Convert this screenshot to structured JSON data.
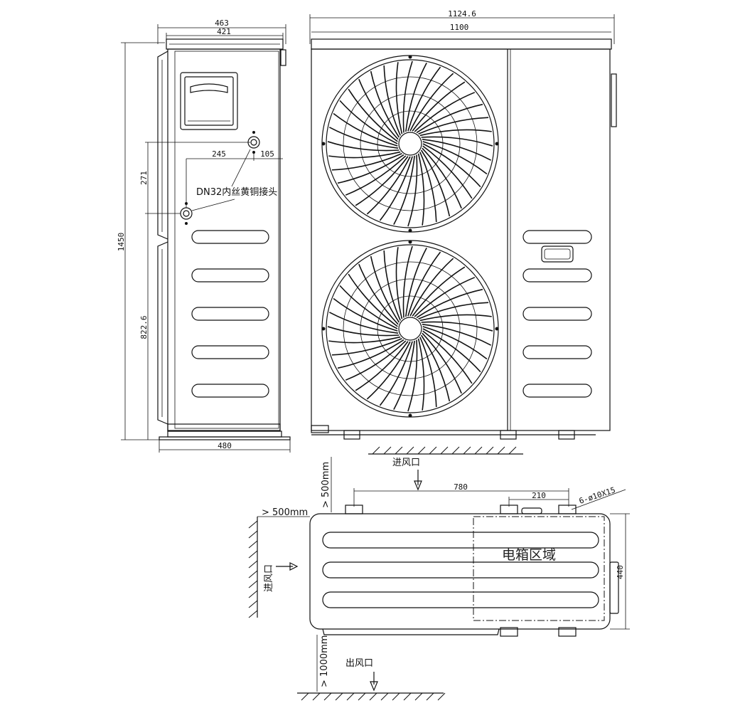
{
  "dimensions": {
    "side_total_width": "463",
    "side_body_width": "421",
    "base_width": "480",
    "height": "1450",
    "front_total_width": "1124.6",
    "front_body_width": "1100",
    "pipe_spacing": "271",
    "lower_height": "822.6",
    "pipe_offset_left": "245",
    "pipe_offset_right": "105",
    "foot_spacing": "780",
    "foot_spacing_small": "210",
    "mount_holes": "6-ø10X15",
    "depth": "440"
  },
  "labels": {
    "connector": "DN32内丝黄铜接头",
    "inlet_top": "进风口",
    "inlet_left": "进风口",
    "outlet": "出风口",
    "electric_box": "电箱区域"
  },
  "clearances": {
    "top": "> 500mm",
    "left": "> 500mm",
    "bottom": "> 1000mm"
  }
}
